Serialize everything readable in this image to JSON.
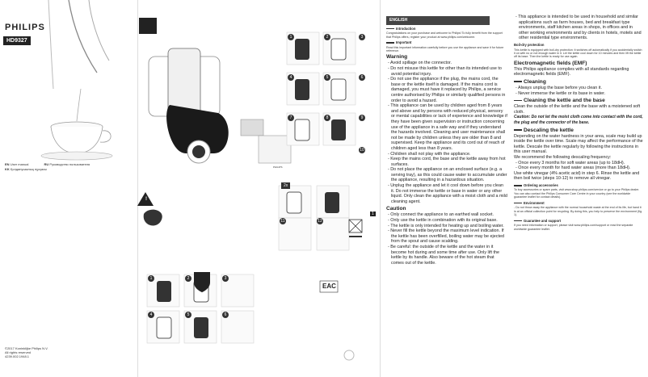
{
  "cover": {
    "brand": "PHILIPS",
    "model": "HD9327",
    "manual_en_code": "EN",
    "manual_en": "User manual",
    "manual_ru_code": "RU",
    "manual_ru": "Руководство пользователя",
    "manual_kk_code": "KK",
    "manual_kk": "Қолданушының нұсқасы",
    "copyright": "©2017 Koninklijke Philips N.V.",
    "rights": "All rights reserved",
    "code": "4239.002.1948.1"
  },
  "images": {
    "steps_top": [
      "1",
      "2",
      "3",
      "4",
      "5",
      "6",
      "7",
      "8",
      "9",
      "10"
    ],
    "label_2x": "2x",
    "steps_mid": [
      "11",
      "12"
    ],
    "steps_bottom": [
      "1",
      "2",
      "3",
      "4",
      "5",
      "6"
    ],
    "box_label": "PHILIPS",
    "warning_icon": "warning-triangle-icon",
    "eac": "EAC",
    "badge_1": "1"
  },
  "text_col1": {
    "language": "ENGLISH",
    "intro_h": "Introduction",
    "intro_p": "Congratulations on your purchase and welcome to Philips! To fully benefit from the support that Philips offers, register your product at www.philips.com/welcome.",
    "important_h": "Important",
    "important_p": "Read this important information carefully before you use the appliance and save it for future reference.",
    "warning_h": "Warning",
    "warning_items": [
      "- Avoid spillage on the connector.",
      "- Do not misuse this kettle for other than its intended use to avoid potential injury.",
      "- Do not use the appliance if the plug, the mains cord, the base or the kettle itself is damaged. If the mains cord is damaged, you must have it replaced by Philips, a service centre authorised by Philips or similarly qualified persons in order to avoid a hazard.",
      "- This appliance can be used by children aged from 8 years and above and by persons with reduced physical, sensory or mental capabilities or lack of experience and knowledge if they have been given supervision or instruction concerning use of the appliance in a safe way and if they understand the hazards involved. Cleaning and user maintenance shall not be made by children unless they are older than 8 and supervised. Keep the appliance and its cord out of reach of children aged less than 8 years.",
      "- Children shall not play with the appliance.",
      "- Keep the mains cord, the base and the kettle away from hot surfaces.",
      "- Do not place the appliance on an enclosed surface (e.g. a serving tray), as this could cause water to accumulate under the appliance, resulting in a hazardous situation.",
      "- Unplug the appliance and let it cool down before you clean it. Do not immerse the kettle or base in water or any other liquid. Only clean the appliance with a moist cloth and a mild cleaning agent."
    ],
    "caution_h": "Caution",
    "caution_items": [
      "- Only connect the appliance to an earthed wall socket.",
      "- Only use the kettle in combination with its original base.",
      "- The kettle is only intended for heating up and boiling water.",
      "- Never fill the kettle beyond the maximum level indication. If the kettle has been overfilled, boiling water may be ejected from the spout and cause scalding.",
      "- Be careful: the outside of the kettle and the water in it become hot during and some time after use. Only lift the kettle by its handle. Also beware of the hot steam that comes out of the kettle."
    ]
  },
  "text_col2": {
    "intended": "- This appliance is intended to be used in household and similar applications such as farm houses, bed and breakfast type environments, staff kitchen areas in shops, in offices and in other working environments and by clients in hotels, motels and other residential type environments.",
    "boildry_h": "Boil-dry protection",
    "boildry_p": "This kettle is equipped with boil-dry protection: it switches off automatically if you accidentally switch it on with no or not enough water in it. Let the kettle cool down for 10 minutes and then lift the kettle off its base. Then the kettle is ready for use again.",
    "emf_h": "Electromagnetic fields (EMF)",
    "emf_p": "This Philips appliance complies with all standards regarding electromagnetic fields (EMF).",
    "cleaning_h": "Cleaning",
    "cleaning_items": [
      "- Always unplug the base before you clean it.",
      "- Never immerse the kettle or its base in water."
    ],
    "cleaning_kb_h": "Cleaning the kettle and the base",
    "cleaning_kb_p": "Clean the outside of the kettle and the base with a moistened soft cloth.",
    "cleaning_kb_caution": "Caution: Do not let the moist cloth come into contact with the cord, the plug and the connector of the base.",
    "descaling_h": "Descaling the kettle",
    "descaling_p1": "Depending on the water hardness in your area, scale may build up inside the kettle over time. Scale may affect the performance of the kettle. Descale the kettle regularly by following the instructions in this user manual.",
    "descaling_p2": "We recommend the following descaling frequency:",
    "descaling_items": [
      "- Once every 3 months for soft water areas (up to 18dH).",
      "- Once every month for hard water areas (more than 18dH)."
    ],
    "descaling_p3": "Use white vinegar (4% acetic acid) in step 6. Rinse the kettle and then boil twice (steps 10-12) to remove all vinegar.",
    "ordering_h": "Ordering accessories",
    "ordering_p": "To buy accessories or spare parts, visit www.shop.philips.com/service or go to your Philips dealer. You can also contact the Philips Consumer Care Centre in your country (see the worldwide guarantee leaflet for contact details).",
    "env_h": "Environment",
    "env_p": "- Do not throw away the appliance with the normal household waste at the end of its life, but hand it in at an official collection point for recycling. By doing this, you help to preserve the environment (fig. 1).",
    "guarantee_h": "Guarantee and support",
    "guarantee_p": "If you need information or support, please visit www.philips.com/support or read the separate worldwide guarantee leaflet."
  }
}
